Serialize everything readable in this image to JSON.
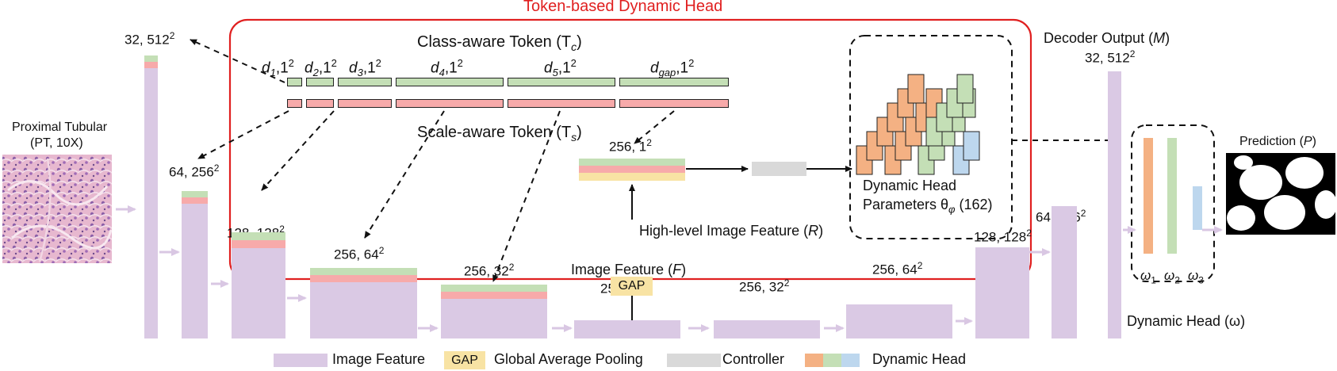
{
  "title": "Token-based Dynamic Head",
  "input": {
    "title": "Proximal Tubular",
    "subtitle": "(PT, 10X)"
  },
  "tokens": {
    "class_label": "Class-aware Token (T",
    "class_sub": "c",
    "scale_label": "Scale-aware Token (T",
    "scale_sub": "s",
    "close_paren": ")",
    "segments": [
      {
        "name": "d",
        "sub": "1",
        "dim": ",1",
        "sup": "2"
      },
      {
        "name": "d",
        "sub": "2",
        "dim": ",1",
        "sup": "2"
      },
      {
        "name": "d",
        "sub": "3",
        "dim": ",1",
        "sup": "2"
      },
      {
        "name": "d",
        "sub": "4",
        "dim": ",1",
        "sup": "2"
      },
      {
        "name": "d",
        "sub": "5",
        "dim": ",1",
        "sup": "2"
      },
      {
        "name": "d",
        "sub": "gap",
        "dim": ",1",
        "sup": "2"
      }
    ]
  },
  "encoder": [
    {
      "label": "32, 512",
      "sup": "2"
    },
    {
      "label": "64, 256",
      "sup": "2"
    },
    {
      "label": "128, 128",
      "sup": "2"
    },
    {
      "label": "256, 64",
      "sup": "2"
    },
    {
      "label": "256, 32",
      "sup": "2"
    }
  ],
  "bottleneck": {
    "label_top": "Image Feature (",
    "label_var": "F",
    "label_close": ")",
    "dim": "256, 32",
    "sup": "2"
  },
  "gap_box": "GAP",
  "high_level": {
    "dim": "256, 1",
    "sup": "2",
    "label": "High-level Image Feature (",
    "var": "R",
    "close": ")"
  },
  "dynamic_params": {
    "line1": "Dynamic Head",
    "line2": "Parameters θ",
    "sub": "φ",
    "count": " (162)"
  },
  "decoder": [
    {
      "label": "256, 32",
      "sup": "2"
    },
    {
      "label": "256, 64",
      "sup": "2"
    },
    {
      "label": "128, 128",
      "sup": "2"
    },
    {
      "label": "64, 256",
      "sup": "2"
    }
  ],
  "decoder_output": {
    "title": "Decoder Output (",
    "var": "M",
    "close": ")",
    "dim": "32, 512",
    "sup": "2"
  },
  "dynamic_head": {
    "label": "Dynamic Head (ω)",
    "w": "ω",
    "w1": "1",
    "w2": "2",
    "w3": "3"
  },
  "prediction": {
    "label": "Prediction (",
    "var": "P",
    "close": ")"
  },
  "legend": {
    "image_feature": "Image Feature",
    "gap": "GAP",
    "gap_text": "Global Average Pooling",
    "controller": "Controller",
    "dynamic_head": "Dynamic Head"
  },
  "colors": {
    "image_feature": "#dac9e4",
    "class_token": "#c4dfb6",
    "scale_token": "#f7aaaa",
    "gap": "#f8e3a4",
    "controller": "#d9d9d9",
    "head_orange": "#f4b183",
    "head_green": "#c4dfb6",
    "head_blue": "#bdd7ee",
    "frame_red": "#e02020"
  }
}
